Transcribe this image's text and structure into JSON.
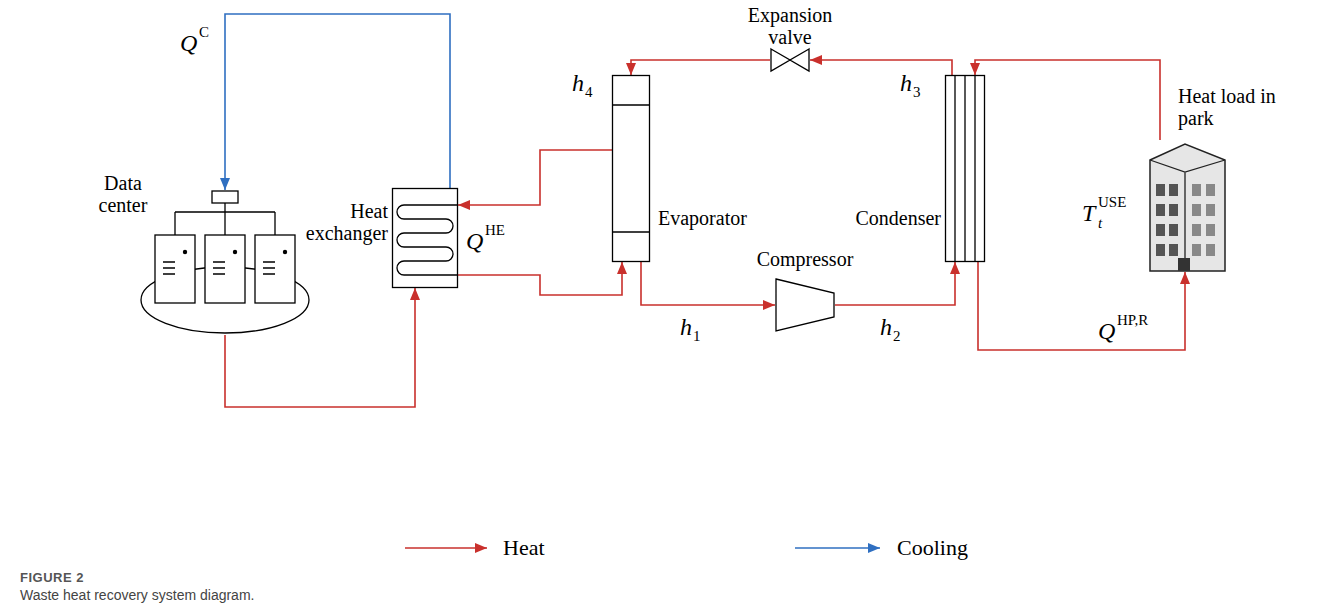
{
  "diagram": {
    "caption": "Waste heat recovery system diagram.",
    "nodes": [
      {
        "text": [
          "Data center"
        ]
      },
      {
        "text": [
          "Heat exchanger"
        ]
      },
      {
        "text": [
          "Evaporator"
        ]
      },
      {
        "text": [
          "Expansion valve"
        ]
      },
      {
        "text": [
          "Condenser"
        ]
      },
      {
        "text": [
          "Compressor"
        ]
      },
      {
        "text": [
          "Heat load in park"
        ]
      }
    ],
    "edges": [
      {
        "from": 0,
        "to": 1,
        "arrow": "to"
      },
      {
        "from": 1,
        "to": 0,
        "arrow": "to"
      },
      {
        "from": 1,
        "to": 2,
        "arrow": "to"
      },
      {
        "from": 2,
        "to": 1,
        "arrow": "to"
      },
      {
        "from": 3,
        "to": 2,
        "arrow": "to"
      },
      {
        "from": 2,
        "to": 5,
        "arrow": "to"
      },
      {
        "from": 5,
        "to": 4,
        "arrow": "to"
      },
      {
        "from": 4,
        "to": 3,
        "arrow": "to"
      },
      {
        "from": 6,
        "to": 4,
        "arrow": "to"
      },
      {
        "from": 4,
        "to": 6,
        "arrow": "to"
      }
    ],
    "labels": [
      "Q",
      "C",
      "Q",
      "HE",
      "h",
      "4",
      "h",
      "3",
      "h",
      "1",
      "h",
      "2",
      "T",
      "t",
      "USE",
      "Q",
      "HP,R",
      "FIGURE 2"
    ],
    "legend": [
      {
        "text": "Heat"
      },
      {
        "text": "Cooling"
      }
    ]
  }
}
